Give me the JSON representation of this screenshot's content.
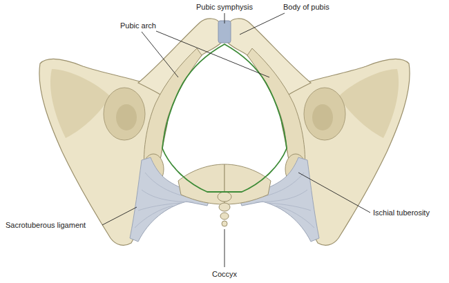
{
  "diagram": {
    "labels": [
      "Pubic symphysis",
      "Body of pubis",
      "Pubic arch",
      "Ischial tuberosity",
      "Sacrotuberous ligament",
      "Coccyx"
    ]
  }
}
